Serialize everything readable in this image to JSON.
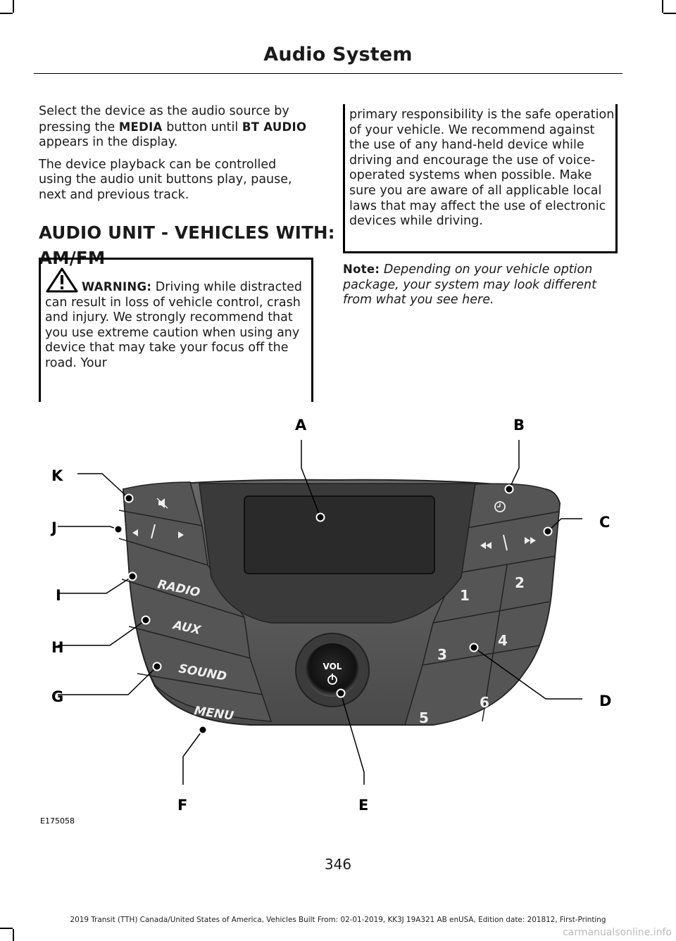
{
  "header": {
    "title": "Audio System"
  },
  "left": {
    "para1_a": "Select the device as the audio source by pressing the ",
    "para1_b": "MEDIA",
    "para1_c": " button until ",
    "para1_d": "BT AUDIO",
    "para1_e": " appears in the display.",
    "para2": "The device playback can be controlled using the audio unit buttons play, pause, next and previous track.",
    "heading1": "AUDIO UNIT - VEHICLES WITH:",
    "heading2": "AM/FM"
  },
  "warning": {
    "label": "WARNING:",
    "text1": " Driving while distracted can result in loss of vehicle control, crash and injury. We strongly recommend that you use extreme caution when using any device that may take your focus off the road. Your",
    "text2": "primary responsibility is the safe operation of your vehicle. We recommend against the use of any hand-held device while driving and encourage the use of voice-operated systems when possible. Make sure you are aware of all applicable local laws that may affect the use of electronic devices while driving."
  },
  "note": {
    "label": "Note:",
    "text": " Depending on your vehicle option package, your system may look different from what you see here."
  },
  "figure": {
    "id": "E175058",
    "callouts": [
      "A",
      "B",
      "C",
      "D",
      "E",
      "F",
      "G",
      "H",
      "I",
      "J",
      "K"
    ],
    "buttons": {
      "radio": "RADIO",
      "aux": "AUX",
      "sound": "SOUND",
      "menu": "MENU",
      "vol": "VOL"
    },
    "presets": [
      "1",
      "2",
      "3",
      "4",
      "5",
      "6"
    ]
  },
  "page_number": "346",
  "footer": "2019 Transit (TTH) Canada/United States of America, Vehicles Built From: 02-01-2019, KK3J 19A321 AB enUSA, Edition date: 201812, First-Printing",
  "watermark": "carmanualsonline.info"
}
